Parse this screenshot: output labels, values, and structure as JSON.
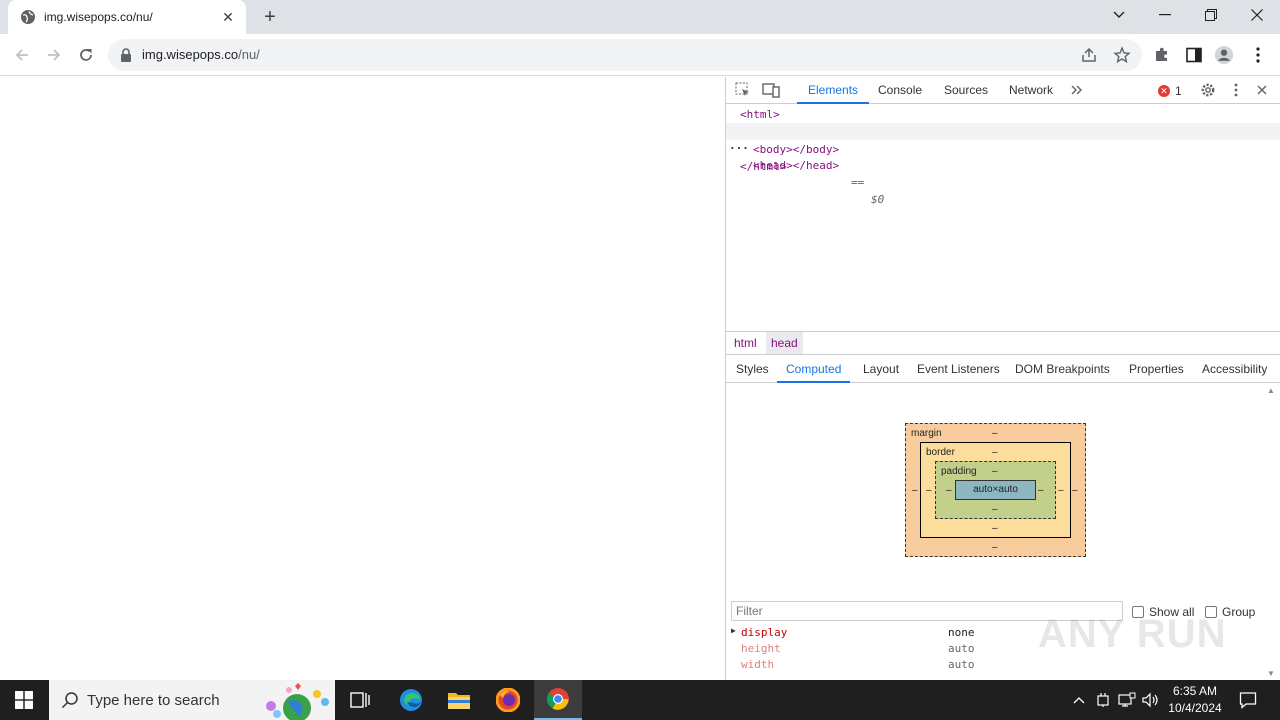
{
  "browser": {
    "tab": {
      "title": "img.wisepops.co/nu/",
      "icon": "globe-icon"
    },
    "address": {
      "host": "img.wisepops.co",
      "path": "/nu/"
    }
  },
  "devtools": {
    "tabs": [
      "Elements",
      "Console",
      "Sources",
      "Network"
    ],
    "active_tab": "Elements",
    "error_count": "1",
    "dom": {
      "line1": "<html>",
      "line2_tag": "<head></head>",
      "line2_eq": "==",
      "line2_ref": "$0",
      "line3": "<body></body>",
      "line4": "</html>"
    },
    "breadcrumbs": [
      "html",
      "head"
    ],
    "pane_tabs": [
      "Styles",
      "Computed",
      "Layout",
      "Event Listeners",
      "DOM Breakpoints",
      "Properties",
      "Accessibility"
    ],
    "active_pane_tab": "Computed",
    "box_model": {
      "margin_label": "margin",
      "border_label": "border",
      "padding_label": "padding",
      "content": "auto×auto",
      "dash": "–"
    },
    "filter_placeholder": "Filter",
    "show_all_label": "Show all",
    "group_label": "Group",
    "computed": [
      {
        "name": "display",
        "value": "none"
      },
      {
        "name": "height",
        "value": "auto"
      },
      {
        "name": "width",
        "value": "auto"
      }
    ],
    "watermark": "ANY RUN"
  },
  "taskbar": {
    "search_placeholder": "Type here to search",
    "time": "6:35 AM",
    "date": "10/4/2024"
  },
  "colors": {
    "accent": "#1a73e8",
    "tag": "#881280",
    "error": "#e53935"
  }
}
